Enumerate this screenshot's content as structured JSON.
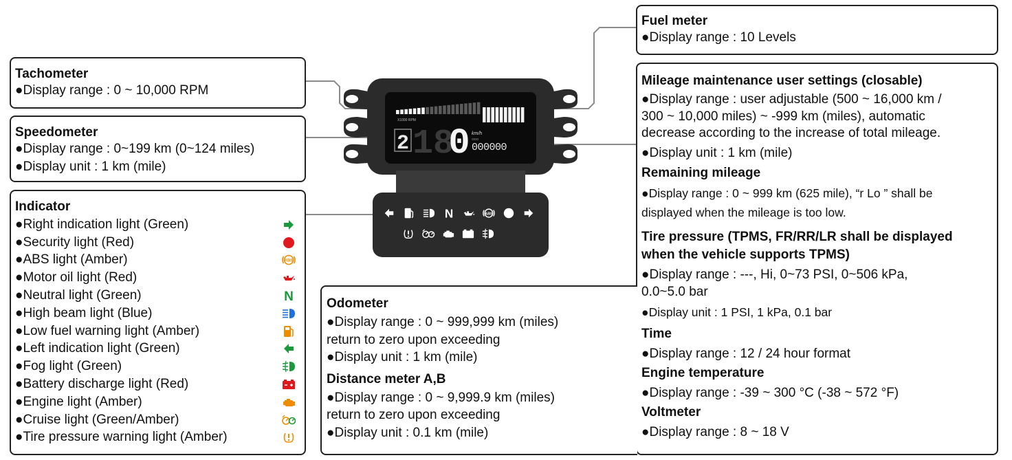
{
  "tachometer": {
    "title": "Tachometer",
    "lines": [
      "●Display range : 0 ~ 10,000 RPM"
    ]
  },
  "speedometer": {
    "title": "Speedometer",
    "lines": [
      "●Display range : 0~199 km (0~124 miles)",
      "●Display unit : 1 km (mile)"
    ]
  },
  "indicator": {
    "title": "Indicator",
    "items": [
      {
        "label": "●Right indication light (Green)",
        "icon": "right-arrow-icon",
        "color": "#1a9a3c"
      },
      {
        "label": "●Security light (Red)",
        "icon": "security-dot-icon",
        "color": "#e0191f"
      },
      {
        "label": "●ABS light (Amber)",
        "icon": "abs-icon",
        "color": "#f08c00"
      },
      {
        "label": "●Motor oil light (Red)",
        "icon": "oil-can-icon",
        "color": "#e0191f"
      },
      {
        "label": "●Neutral light (Green)",
        "icon": "neutral-icon",
        "color": "#1a9a3c"
      },
      {
        "label": "●High beam light (Blue)",
        "icon": "high-beam-icon",
        "color": "#1f6fe0"
      },
      {
        "label": "●Low fuel warning light (Amber)",
        "icon": "fuel-pump-icon",
        "color": "#f08c00"
      },
      {
        "label": "●Left indication light (Green)",
        "icon": "left-arrow-icon",
        "color": "#1a9a3c"
      },
      {
        "label": "●Fog light (Green)",
        "icon": "fog-light-icon",
        "color": "#1a9a3c"
      },
      {
        "label": "●Battery discharge light (Red)",
        "icon": "battery-icon",
        "color": "#e0191f"
      },
      {
        "label": "●Engine light (Amber)",
        "icon": "engine-icon",
        "color": "#f08c00"
      },
      {
        "label": "●Cruise light (Green/Amber)",
        "icon": "cruise-icon",
        "color": "#f08c00"
      },
      {
        "label": "●Tire pressure warning light (Amber)",
        "icon": "tire-pressure-icon",
        "color": "#f08c00"
      }
    ],
    "neutral_glyph": "N"
  },
  "fuel_meter": {
    "title": "Fuel meter",
    "lines": [
      "●Display range : 10 Levels"
    ]
  },
  "right_panel": {
    "sections": [
      {
        "title": "Mileage maintenance user settings (closable)",
        "lines": [
          "●Display range : user adjustable (500 ~ 16,000 km /",
          " 300 ~ 10,000 miles) ~ -999 km (miles), automatic",
          " decrease according to the increase of total mileage.",
          "●Display unit : 1 km (mile)"
        ]
      },
      {
        "title": "Remaining mileage",
        "lines": [
          "●Display range : 0 ~ 999 km (625 mile), “r Lo ” shall be",
          " displayed when the mileage is too low."
        ]
      },
      {
        "title": "Tire pressure (TPMS, FR/RR/LR shall be displayed",
        "title2": "when the vehicle supports TPMS)",
        "lines": [
          "●Display range : ---, Hi, 0~73 PSI, 0~506 kPa,",
          " 0.0~5.0 bar",
          "●Display unit : 1 PSI, 1 kPa, 0.1 bar"
        ]
      },
      {
        "title": "Time",
        "lines": [
          "●Display range : 12 / 24 hour format"
        ]
      },
      {
        "title": "Engine temperature",
        "lines": [
          "●Display range : -39 ~ 300 °C (-38 ~ 572 °F)"
        ]
      },
      {
        "title": "Voltmeter",
        "lines": [
          "●Display range : 8 ~ 18 V"
        ]
      }
    ]
  },
  "odometer": {
    "title": "Odometer",
    "lines": [
      "●Display range : 0 ~ 999,999 km (miles)",
      " return to zero upon exceeding",
      "●Display unit : 1 km (mile)"
    ],
    "title_b": "Distance meter A,B",
    "lines_b": [
      "●Display range : 0 ~ 9,999.9 km (miles)",
      " return to zero upon exceeding",
      "●Display unit : 0.1 km (mile)"
    ]
  },
  "dashboard": {
    "tach_caption": "X1000 RPM",
    "gear": "2",
    "speed_ghost": "18",
    "speed": "0",
    "unit": "km/h",
    "odo_label": "ODO",
    "odo_value": "000000",
    "indicator_top": [
      "left-arrow-icon",
      "fuel-pump-icon",
      "high-beam-icon",
      "neutral-icon",
      "oil-can-icon",
      "abs-icon",
      "security-dot-icon",
      "right-arrow-icon"
    ],
    "indicator_bottom": [
      "tire-pressure-icon",
      "cruise-icon",
      "engine-icon",
      "battery-icon",
      "fog-light-icon"
    ],
    "neutral_glyph": "N"
  },
  "colors": {
    "box_border": "#222222",
    "connector": "#888888",
    "dash_body": "#2b2b2b",
    "dash_screen": "#0b0b0b"
  }
}
